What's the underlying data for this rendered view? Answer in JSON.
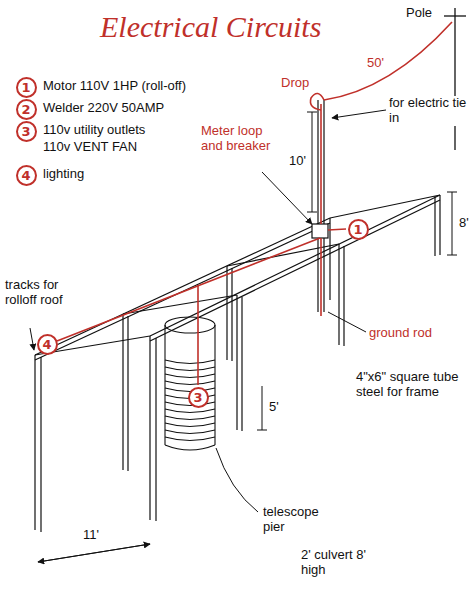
{
  "diagram": {
    "title": "Electrical Circuits",
    "nodes": [
      {
        "text": [
          "1"
        ]
      },
      {
        "text": [
          "2"
        ]
      },
      {
        "text": [
          "3"
        ]
      },
      {
        "text": [
          "4"
        ]
      },
      {
        "text": [
          "1"
        ]
      },
      {
        "text": [
          "4"
        ]
      },
      {
        "text": [
          "3"
        ]
      }
    ],
    "labels": [
      "Pole",
      "50'",
      "Drop",
      "for electric tie in",
      "Motor 110V 1HP (roll-off)",
      "Welder 220V 50AMP",
      "110v utility outlets",
      "110v VENT FAN",
      "lighting",
      "10'",
      "8'",
      "Meter loop and breaker",
      "tracks for rolloff roof",
      "ground rod",
      "4\"x6\" square tube steel for frame",
      "5'",
      "11'",
      "telescope pier",
      "2' culvert 8' high"
    ]
  }
}
